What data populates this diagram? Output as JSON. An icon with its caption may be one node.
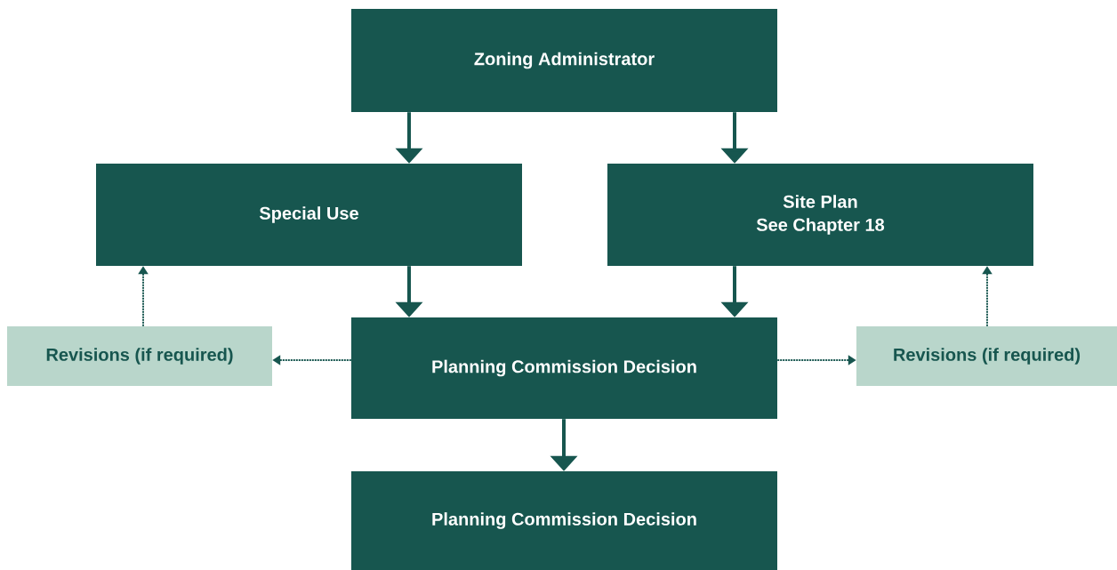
{
  "diagram": {
    "nodes": [
      {
        "text": [
          "Zoning Administrator"
        ]
      },
      {
        "text": [
          "Special Use"
        ]
      },
      {
        "text": [
          "Site Plan",
          "See Chapter 18"
        ]
      },
      {
        "text": [
          "Revisions (if required)"
        ]
      },
      {
        "text": [
          "Planning Commission Decision"
        ]
      },
      {
        "text": [
          "Revisions (if required)"
        ]
      },
      {
        "text": [
          "Planning Commission Decision"
        ]
      }
    ],
    "edges": [
      {
        "from": 0,
        "to": 1,
        "arrow": "to"
      },
      {
        "from": 0,
        "to": 2,
        "arrow": "to"
      },
      {
        "from": 1,
        "to": 4,
        "arrow": "to"
      },
      {
        "from": 2,
        "to": 4,
        "arrow": "to"
      },
      {
        "from": 4,
        "to": 6,
        "arrow": "to"
      },
      {
        "from": 4,
        "to": 3,
        "arrow": "to",
        "style": "dashed"
      },
      {
        "from": 4,
        "to": 5,
        "arrow": "to",
        "style": "dashed"
      },
      {
        "from": 3,
        "to": 1,
        "arrow": "to",
        "style": "dashed"
      },
      {
        "from": 5,
        "to": 2,
        "arrow": "to",
        "style": "dashed"
      }
    ]
  }
}
